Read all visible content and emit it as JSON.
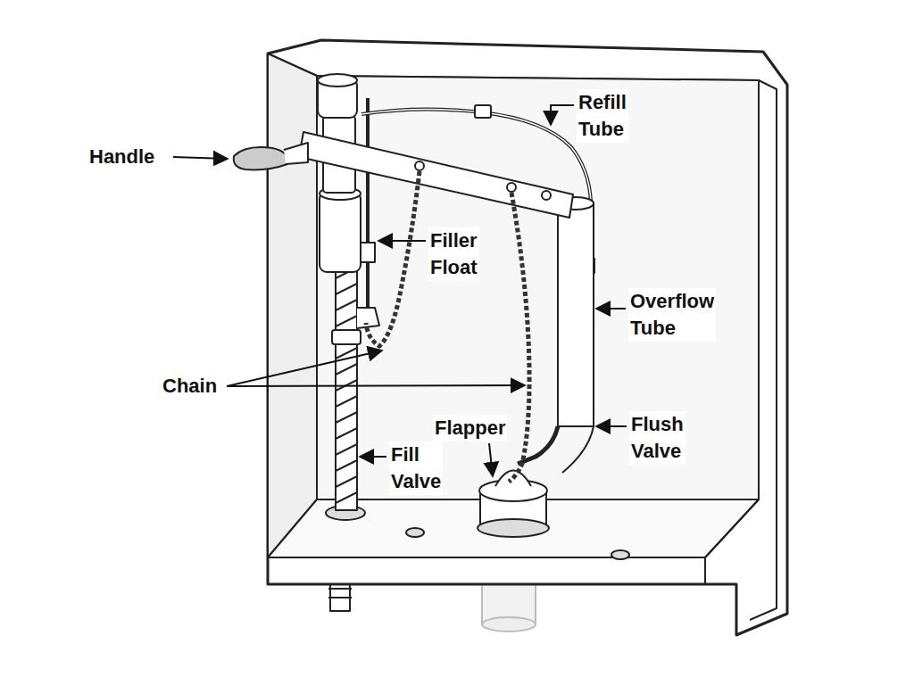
{
  "diagram": {
    "labels": [
      "Handle",
      "Refill Tube",
      "Filler Float",
      "Overflow Tube",
      "Chain",
      "Flapper",
      "Flush Valve",
      "Fill Valve"
    ]
  }
}
